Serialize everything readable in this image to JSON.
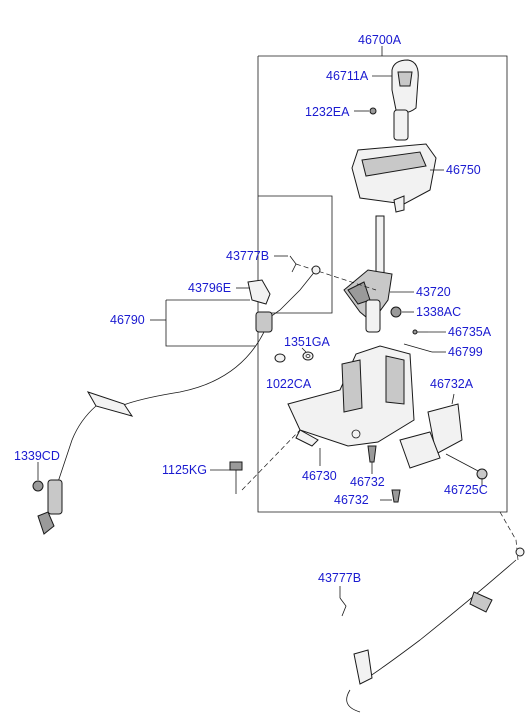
{
  "labels": {
    "assembly": "46700A",
    "knob": "46711A",
    "knob_screw": "1232EA",
    "indicator": "46750",
    "clip_top": "43777B",
    "lever": "43720",
    "bracket": "43796E",
    "nut_top": "1338AC",
    "cable": "46790",
    "pin": "46735A",
    "spring_pin": "46799",
    "washer_a": "1351GA",
    "washer_b": "1022CA",
    "plate": "46732A",
    "nut_cable": "1339CD",
    "bolt": "1125KG",
    "base": "46730",
    "screw_a": "46732",
    "solenoid": "46725C",
    "screw_b": "46732",
    "clip_bottom": "43777B"
  }
}
